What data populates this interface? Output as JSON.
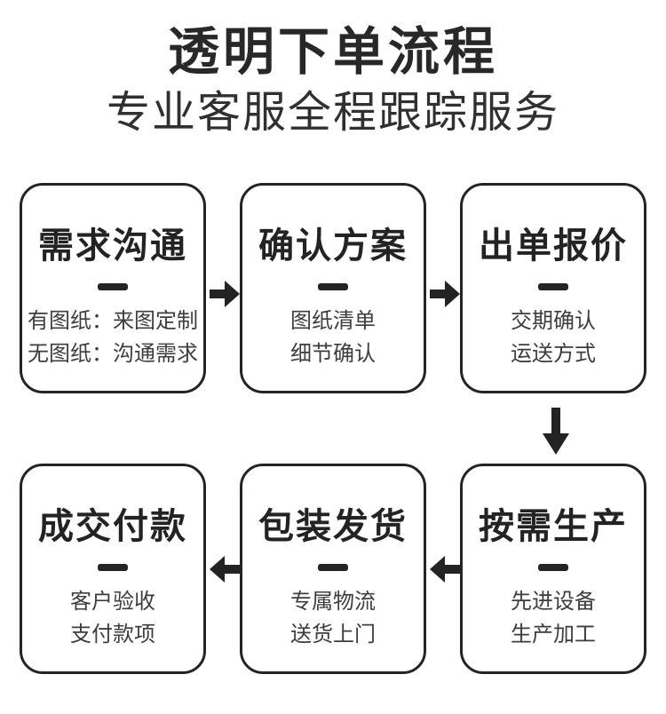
{
  "header": {
    "title": "透明下单流程",
    "subtitle": "专业客服全程跟踪服务"
  },
  "steps": [
    {
      "title": "需求沟通",
      "lines": [
        "有图纸：来图定制",
        "无图纸：沟通需求"
      ]
    },
    {
      "title": "确认方案",
      "lines": [
        "图纸清单",
        "细节确认"
      ]
    },
    {
      "title": "出单报价",
      "lines": [
        "交期确认",
        "运送方式"
      ]
    },
    {
      "title": "成交付款",
      "lines": [
        "客户验收",
        "支付款项"
      ]
    },
    {
      "title": "包装发货",
      "lines": [
        "专属物流",
        "送货上门"
      ]
    },
    {
      "title": "按需生产",
      "lines": [
        "先进设备",
        "生产加工"
      ]
    }
  ],
  "flow_arrows": [
    {
      "from": "需求沟通",
      "to": "确认方案",
      "direction": "right"
    },
    {
      "from": "确认方案",
      "to": "出单报价",
      "direction": "right"
    },
    {
      "from": "出单报价",
      "to": "按需生产",
      "direction": "down"
    },
    {
      "from": "按需生产",
      "to": "包装发货",
      "direction": "left"
    },
    {
      "from": "包装发货",
      "to": "成交付款",
      "direction": "left"
    }
  ],
  "colors": {
    "ink": "#232323",
    "body_text": "#3d3d3d",
    "background": "#ffffff"
  }
}
